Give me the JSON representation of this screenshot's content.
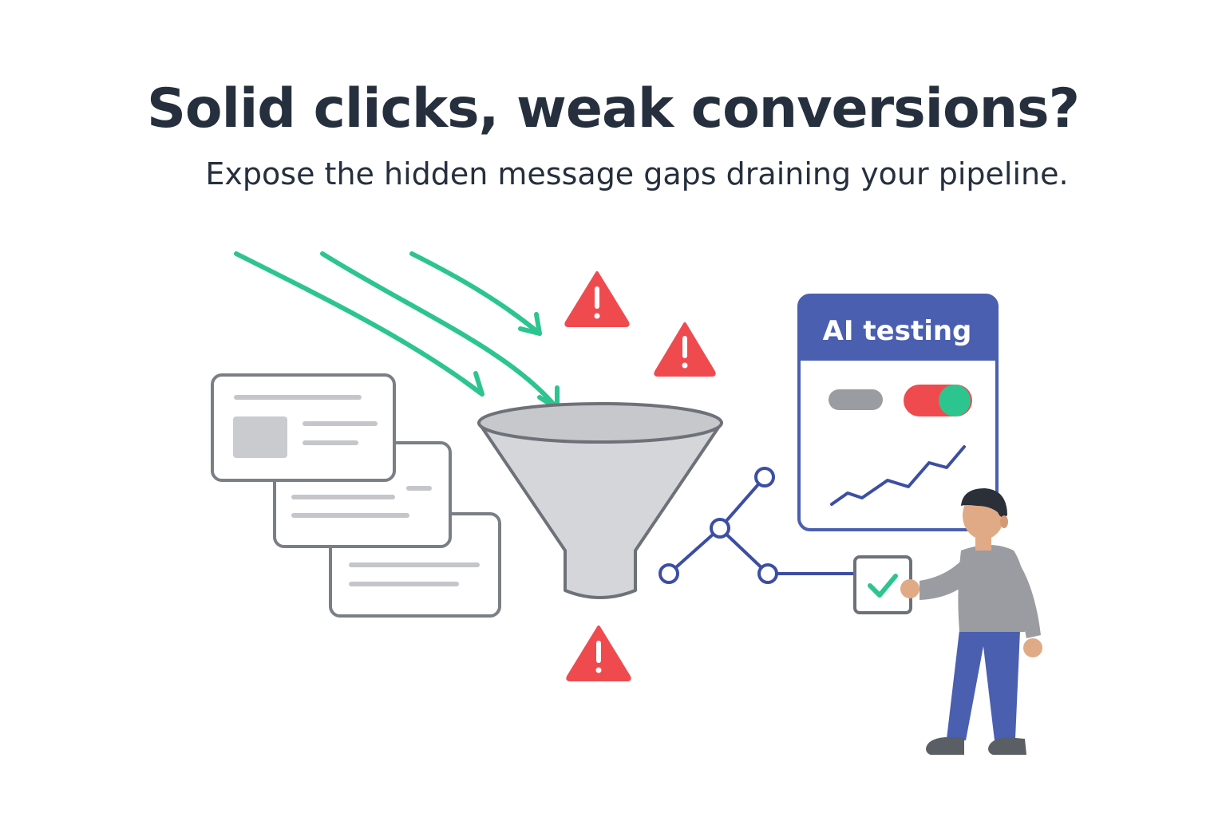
{
  "headline": "Solid clicks, weak conversions?",
  "subheadline": "Expose the hidden message gaps draining your pipeline.",
  "testing_panel": {
    "title": "AI testing"
  },
  "colors": {
    "text_dark": "#262f3d",
    "accent_green": "#2dc58f",
    "warning_red": "#ef4b4f",
    "panel_blue": "#4a5fb0",
    "funnel_gray": "#d4d6da",
    "outline_gray": "#6d7178"
  },
  "icons": [
    "arrow-icon",
    "warning-icon",
    "funnel-icon",
    "toggle-icon",
    "checkmark-icon",
    "line-chart-icon"
  ]
}
